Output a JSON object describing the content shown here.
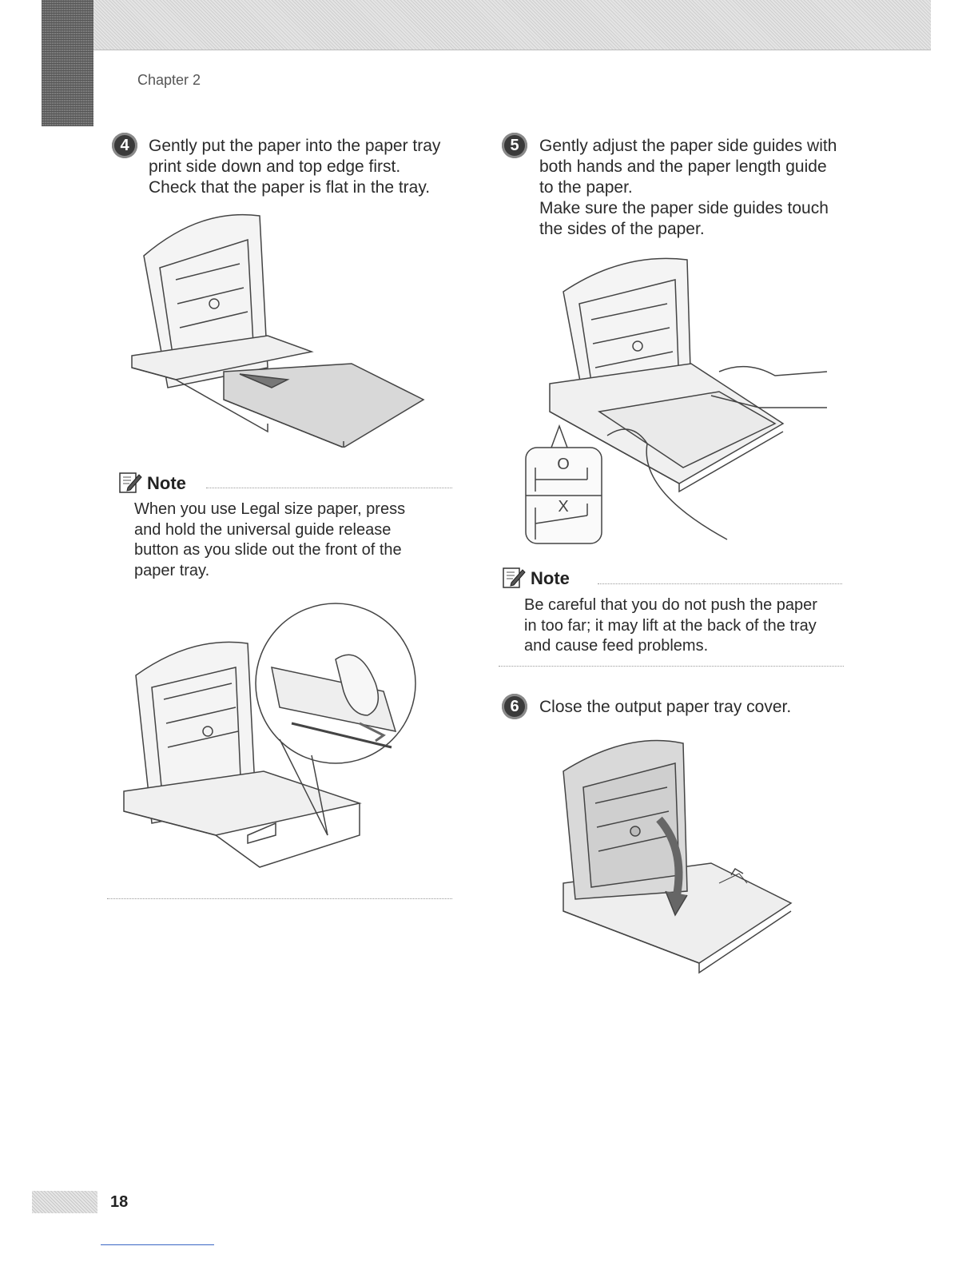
{
  "header": {
    "chapter": "Chapter 2"
  },
  "steps": [
    {
      "number": "4",
      "lines": [
        "Gently put the paper into the paper tray",
        "print side down and top edge first.",
        "Check that the paper is flat in the tray."
      ]
    },
    {
      "number": "5",
      "lines": [
        "Gently adjust the paper side guides with",
        "both hands and the paper length guide",
        "to the paper.",
        "Make sure the paper side guides touch",
        "the sides of the paper."
      ]
    },
    {
      "number": "6",
      "lines": [
        "Close the output paper tray cover."
      ]
    }
  ],
  "notes": [
    {
      "title": "Note",
      "lines": [
        "When you use Legal size paper, press",
        "and hold the universal guide release",
        "button as you slide out the front of the",
        "paper tray."
      ]
    },
    {
      "title": "Note",
      "lines": [
        "Be careful that you do not push the paper",
        "in too far; it may lift at the back of the tray",
        "and cause feed problems."
      ]
    }
  ],
  "figures": {
    "correct_mark": "O",
    "wrong_mark": "X"
  },
  "footer": {
    "page_number": "18"
  }
}
